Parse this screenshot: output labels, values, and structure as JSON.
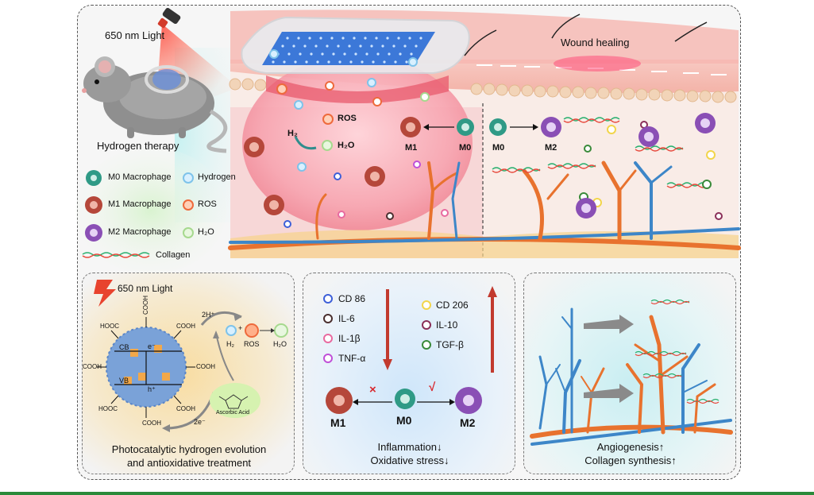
{
  "top": {
    "light_label": "650 nm Light",
    "therapy_label": "Hydrogen therapy",
    "wound_label": "Wound healing",
    "h2_label": "H₂",
    "ros_label": "ROS",
    "h2o_label": "H₂O",
    "m1_label": "M1",
    "m0_label": "M0",
    "m0_right_label": "M0",
    "m2_label": "M2"
  },
  "legend": {
    "m0": "M0 Macrophage",
    "m1": "M1 Macrophage",
    "m2": "M2 Macrophage",
    "hydrogen": "Hydrogen",
    "ros": "ROS",
    "h2o": "H₂O",
    "collagen": "Collagen"
  },
  "panel1": {
    "light_label": "650 nm Light",
    "cooh": "COOH",
    "hooc": "HOOC",
    "cb": "CB",
    "vb": "VB",
    "e": "e⁻",
    "h": "h⁺",
    "two_h": "2H⁺",
    "two_e": "2e⁻",
    "h2": "H₂",
    "plus": "+",
    "ros": "ROS",
    "h2o": "H₂O",
    "ascorbic": "Ascorbic Acid",
    "caption_line1": "Photocatalytic hydrogen evolution",
    "caption_line2": "and antioxidative treatment"
  },
  "panel2": {
    "markers_left": [
      "CD 86",
      "IL-6",
      "IL-1β",
      "TNF-α"
    ],
    "markers_right": [
      "CD 206",
      "IL-10",
      "TGF-β"
    ],
    "m1": "M1",
    "m0": "M0",
    "m2": "M2",
    "cross": "×",
    "check": "√",
    "caption_line1": "Inflammation↓",
    "caption_line2": "Oxidative stress↓"
  },
  "panel3": {
    "caption_line1": "Angiogenesis↑",
    "caption_line2": "Collagen synthesis↑"
  },
  "colors": {
    "m0": "#2f9a86",
    "m1": "#b5473a",
    "m2": "#8a4fb5",
    "hydrogen": "#8fd0f0",
    "ros": "#ee6a3c",
    "h2o": "#a6d98e",
    "vessel_red": "#e8722e",
    "vessel_blue": "#3d86c8",
    "accent_green": "#2a8a3a"
  }
}
